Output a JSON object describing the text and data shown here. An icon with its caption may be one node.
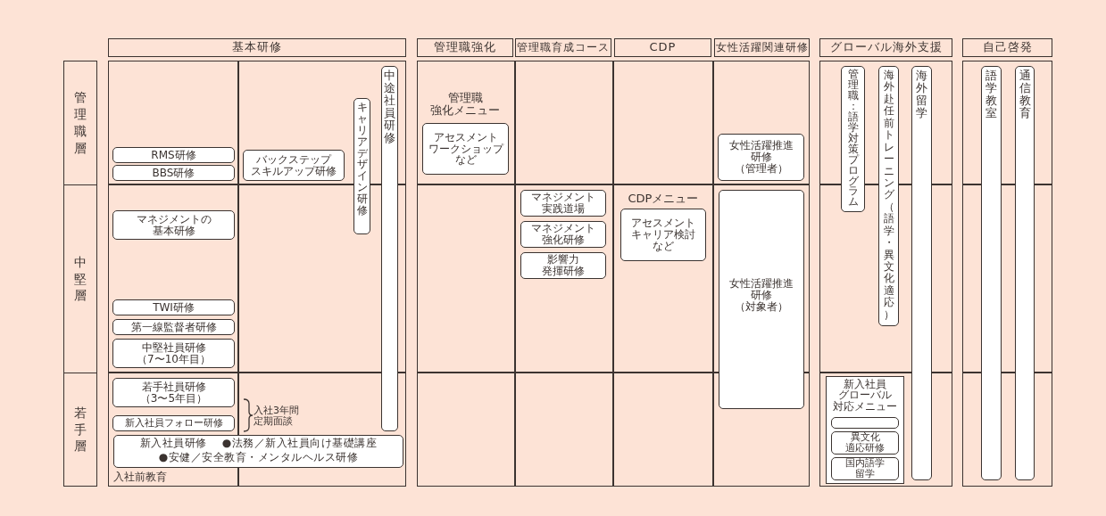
{
  "diagram": {
    "nodes": [
      {
        "text": [
          "基本研修"
        ]
      },
      {
        "text": [
          "管理職強化"
        ]
      },
      {
        "text": [
          "管理職育成コース"
        ]
      },
      {
        "text": [
          "CDP"
        ]
      },
      {
        "text": [
          "女性活躍関連研修"
        ]
      },
      {
        "text": [
          "グローバル海外支援"
        ]
      },
      {
        "text": [
          "自己啓発"
        ]
      },
      {
        "text": [
          "管理職層"
        ]
      },
      {
        "text": [
          "中堅層"
        ]
      },
      {
        "text": [
          "若手層"
        ]
      },
      {
        "text": [
          "RMS研修"
        ]
      },
      {
        "text": [
          "BBS研修"
        ]
      },
      {
        "text": [
          "バックステップスキルアップ研修"
        ]
      },
      {
        "text": [
          "キャリアデザイン研修"
        ]
      },
      {
        "text": [
          "中途社員研修"
        ]
      },
      {
        "text": [
          "アセスメントワークショップなど"
        ]
      },
      {
        "text": [
          "女性活躍推進研修（管理者）"
        ]
      },
      {
        "text": [
          "管理職：語学対策プログラム"
        ]
      },
      {
        "text": [
          "海外赴任前トレーニング（語学・異文化適応）"
        ]
      },
      {
        "text": [
          "海外留学"
        ]
      },
      {
        "text": [
          "語学教室"
        ]
      },
      {
        "text": [
          "通信教育"
        ]
      },
      {
        "text": [
          "マネジメントの基本研修"
        ]
      },
      {
        "text": [
          "マネジメント実践道場"
        ]
      },
      {
        "text": [
          "マネジメント強化研修"
        ]
      },
      {
        "text": [
          "影響力発揮研修"
        ]
      },
      {
        "text": [
          "アセスメントキャリア検討など"
        ]
      },
      {
        "text": [
          "女性活躍推進研修（対象者）"
        ]
      },
      {
        "text": [
          "TWI研修"
        ]
      },
      {
        "text": [
          "第一線監督者研修"
        ]
      },
      {
        "text": [
          "中堅社員研修（7〜10年目）"
        ]
      },
      {
        "text": [
          "若手社員研修（3〜5年目）"
        ]
      },
      {
        "text": [
          "新入社員フォロー研修"
        ]
      },
      {
        "text": [
          "新入社員研修",
          "●法務／新入社員向け基礎講座",
          "●安健／安全教育・メンタルヘルス研修"
        ]
      },
      {
        "text": [
          "新入社員グローバル対応メニュー"
        ]
      },
      {
        "text": [],
        "shape": "box",
        "in": 34
      },
      {
        "text": [
          "異文化適応研修"
        ],
        "in": 34
      },
      {
        "text": [
          "国内語学留学"
        ],
        "in": 34
      }
    ],
    "labels": [
      "管理職強化メニュー",
      "CDPメニュー",
      "入社3年間定期面談",
      "入社前教育"
    ]
  }
}
